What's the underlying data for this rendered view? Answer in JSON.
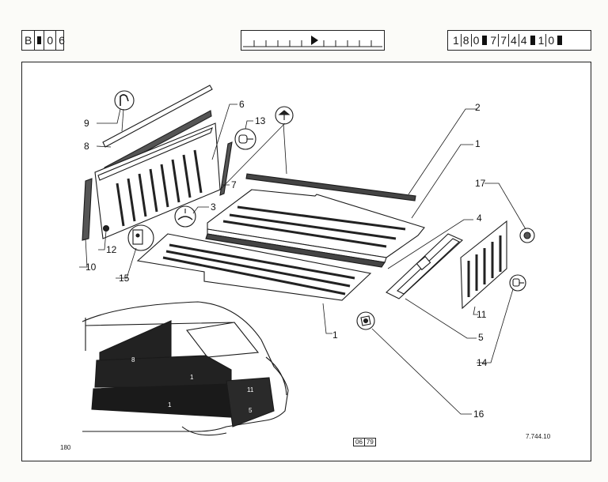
{
  "header": {
    "section_code": [
      "B",
      "0",
      "6"
    ],
    "part_number": [
      "1",
      "8",
      "0",
      "7",
      "7",
      "4",
      "4",
      "1",
      "0"
    ]
  },
  "diagram": {
    "callouts": [
      "1",
      "2",
      "1",
      "3",
      "4",
      "5",
      "6",
      "7",
      "8",
      "9",
      "10",
      "11",
      "12",
      "13",
      "14",
      "15",
      "16",
      "17"
    ],
    "car_labels": [
      "8",
      "1",
      "1",
      "11",
      "5"
    ]
  },
  "footer": {
    "page_number": "180",
    "date_code": [
      "06",
      "79"
    ],
    "ref_code": "7.744.10"
  },
  "colors": {
    "ink": "#1a1a1a",
    "paper": "#ffffff"
  }
}
